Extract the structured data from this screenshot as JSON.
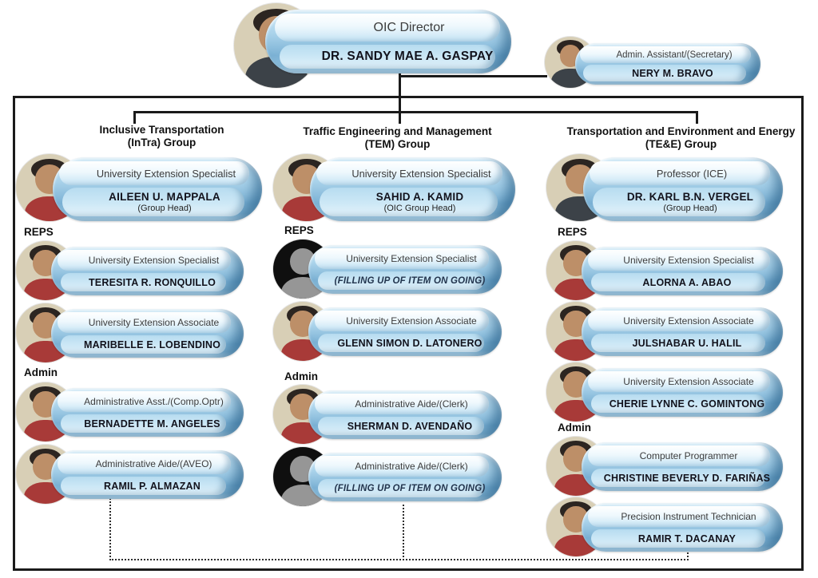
{
  "org": {
    "director": {
      "title": "OIC Director",
      "name": "DR. SANDY MAE A. GASPAY"
    },
    "secretary": {
      "title": "Admin. Assistant/(Secretary)",
      "name": "NERY M. BRAVO"
    },
    "section_labels": {
      "reps": "REPS",
      "admin": "Admin"
    },
    "groups": [
      {
        "label_line1": "Inclusive Transportation",
        "label_line2": "(InTra) Group",
        "head": {
          "title": "University Extension Specialist",
          "name": "AILEEN U. MAPPALA",
          "subtitle": "(Group Head)"
        },
        "reps": [
          {
            "title": "University Extension Specialist",
            "name": "TERESITA R. RONQUILLO"
          },
          {
            "title": "University Extension Associate",
            "name": "MARIBELLE E. LOBENDINO"
          }
        ],
        "admin": [
          {
            "title": "Administrative Asst./(Comp.Optr)",
            "name": "BERNADETTE M. ANGELES"
          },
          {
            "title": "Administrative Aide/(AVEO)",
            "name": "RAMIL P. ALMAZAN"
          }
        ]
      },
      {
        "label_line1": "Traffic Engineering and Management",
        "label_line2": "(TEM) Group",
        "head": {
          "title": "University Extension Specialist",
          "name": "SAHID A. KAMID",
          "subtitle": "(OIC Group Head)"
        },
        "reps": [
          {
            "title": "University Extension Specialist",
            "name": "(FILLING UP OF ITEM ON GOING)",
            "vacant": true
          },
          {
            "title": "University Extension Associate",
            "name": "GLENN SIMON D. LATONERO"
          }
        ],
        "admin": [
          {
            "title": "Administrative Aide/(Clerk)",
            "name": "SHERMAN D. AVENDAÑO"
          },
          {
            "title": "Administrative Aide/(Clerk)",
            "name": "(FILLING UP OF ITEM ON GOING)",
            "vacant": true
          }
        ]
      },
      {
        "label_line1": "Transportation and Environment and Energy",
        "label_line2": "(TE&E) Group",
        "head": {
          "title": "Professor (ICE)",
          "name": "DR. KARL B.N. VERGEL",
          "subtitle": "(Group Head)"
        },
        "reps": [
          {
            "title": "University Extension Specialist",
            "name": "ALORNA A. ABAO"
          },
          {
            "title": "University Extension Associate",
            "name": "JULSHABAR U. HALIL"
          },
          {
            "title": "University Extension Associate",
            "name": "CHERIE LYNNE C. GOMINTONG"
          }
        ],
        "admin": [
          {
            "title": "Computer Programmer",
            "name": "CHRISTINE BEVERLY D. FARIÑAS"
          },
          {
            "title": "Precision Instrument Technician",
            "name": "RAMIR T. DACANAY"
          }
        ]
      }
    ],
    "colors": {
      "pill_dark": "#4e90ba",
      "pill_light": "#d3ebf8",
      "line": "#1a1a1a"
    }
  }
}
